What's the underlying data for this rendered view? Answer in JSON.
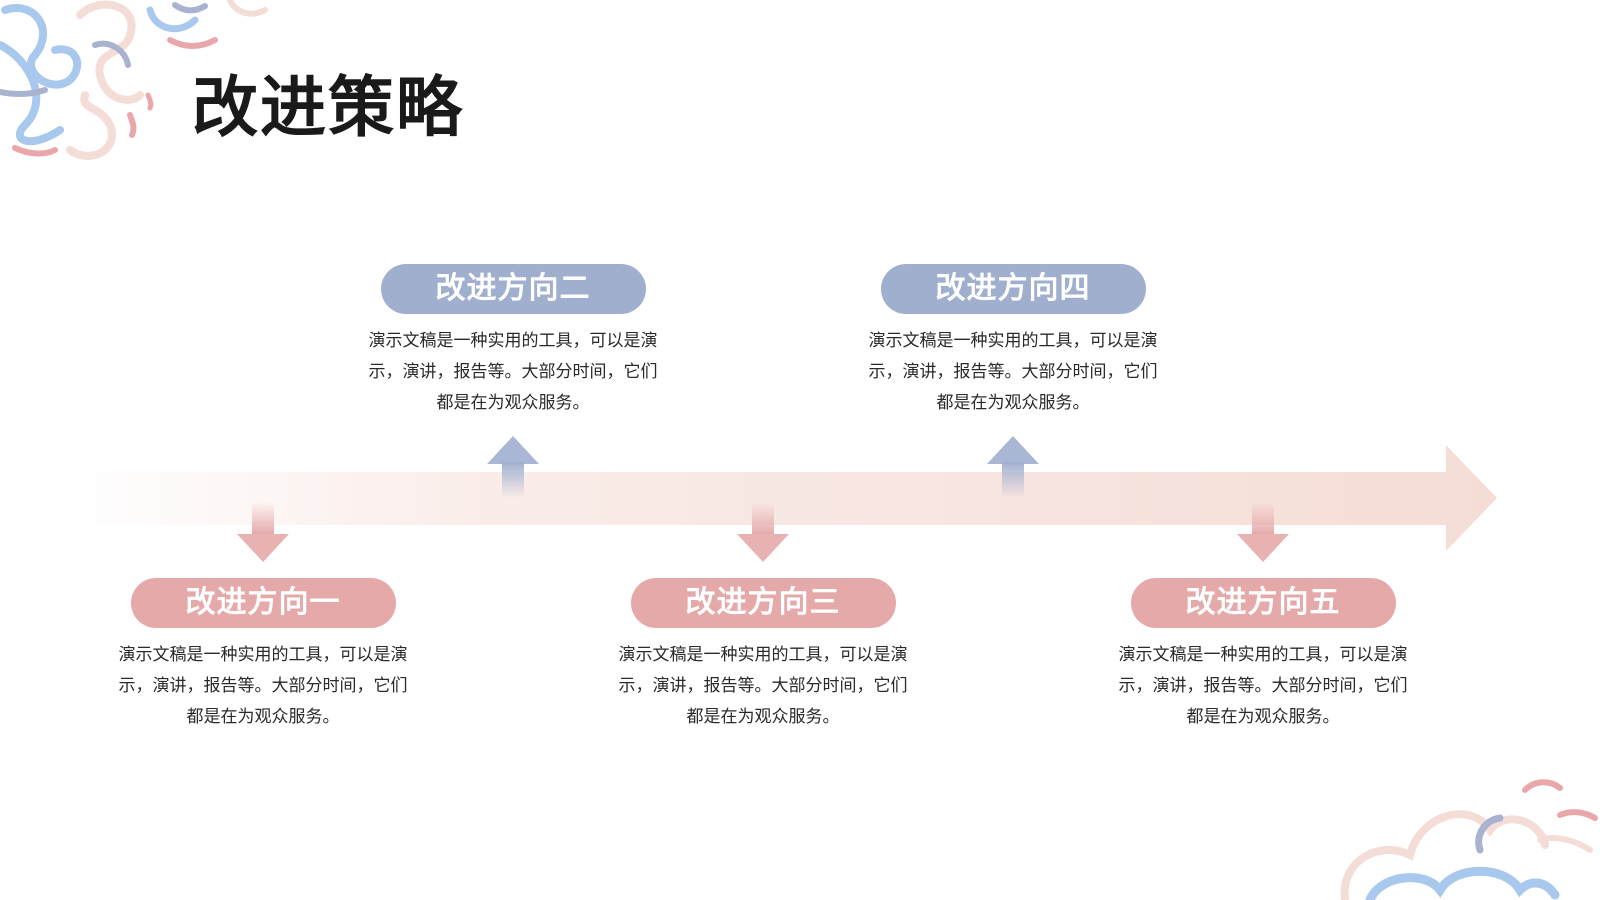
{
  "title": "改进策略",
  "colors": {
    "blue_pill": "#a1afcf",
    "pink_pill": "#e5a9aa",
    "arrow": "#f5ddd6",
    "arrow_fade": "#ffffff"
  },
  "steps": [
    {
      "title": "改进方向一",
      "description": "演示文稿是一种实用的工具，可以是演示，演讲，报告等。大部分时间，它们都是在为观众服务。"
    },
    {
      "title": "改进方向二",
      "description": "演示文稿是一种实用的工具，可以是演示，演讲，报告等。大部分时间，它们都是在为观众服务。"
    },
    {
      "title": "改进方向三",
      "description": "演示文稿是一种实用的工具，可以是演示，演讲，报告等。大部分时间，它们都是在为观众服务。"
    },
    {
      "title": "改进方向四",
      "description": "演示文稿是一种实用的工具，可以是演示，演讲，报告等。大部分时间，它们都是在为观众服务。"
    },
    {
      "title": "改进方向五",
      "description": "演示文稿是一种实用的工具，可以是演示，演讲，报告等。大部分时间，它们都是在为观众服务。"
    }
  ]
}
